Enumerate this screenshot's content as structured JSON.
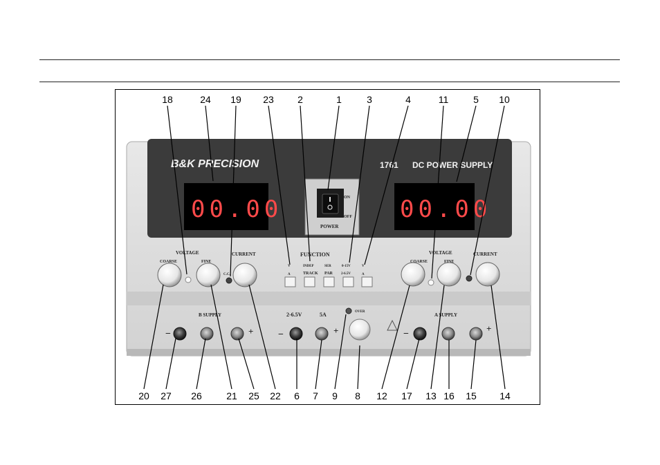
{
  "panel": {
    "brand": "B&K PRECISION",
    "model": "1761",
    "product": "DC POWER SUPPLY",
    "display_left": "00.00",
    "display_right": "00.00",
    "power": {
      "on": "ON",
      "off": "OFF",
      "label": "POWER"
    },
    "left_voltage": "VOLTAGE",
    "left_coarse": "COARSE",
    "left_fine": "FINE",
    "left_cc": "C.C.",
    "left_current": "CURRENT",
    "function": "FUNCTION",
    "fn_v": "V",
    "fn_a": "A",
    "fn_indep": "INDEP",
    "fn_track": "TRACK",
    "fn_ser": "SER",
    "fn_par": "PAR",
    "fn_0_15": "0-15V",
    "fn_2_65": "2-6.5V",
    "fn_v2": "V",
    "fn_a2": "A",
    "right_voltage": "VOLTAGE",
    "right_coarse": "COARSE",
    "right_fine": "FINE",
    "right_current": "CURRENT",
    "b_supply": "B SUPPLY",
    "a_supply": "A SUPPLY",
    "fixed_volt": "2-6.5V",
    "fixed_amp": "5A",
    "over": "OVER",
    "minus": "−",
    "plus": "+"
  },
  "callouts_top": [
    "18",
    "24",
    "19",
    "23",
    "2",
    "1",
    "3",
    "4",
    "11",
    "5",
    "10"
  ],
  "callouts_bottom": [
    "20",
    "27",
    "26",
    "21",
    "25",
    "22",
    "6",
    "7",
    "9",
    "8",
    "12",
    "17",
    "13",
    "16",
    "15",
    "14"
  ]
}
